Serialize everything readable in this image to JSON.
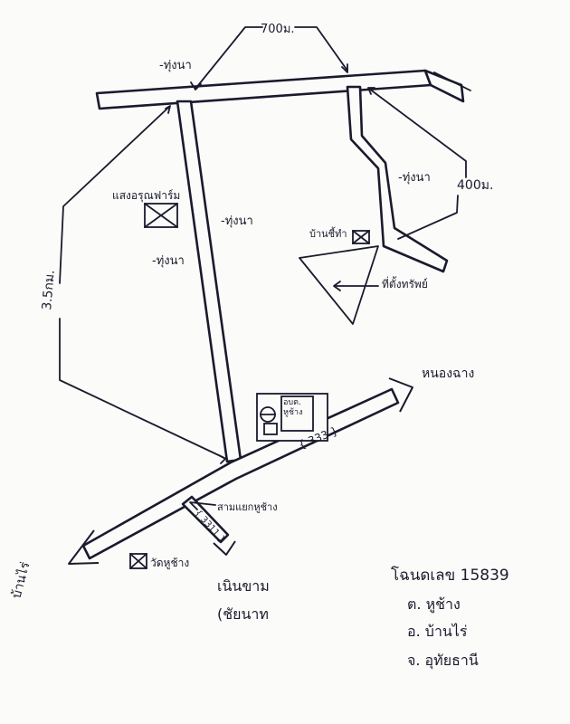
{
  "map": {
    "distance_top": "700ม.",
    "distance_right": "400ม.",
    "distance_left": "3.5กม.",
    "paddy_top": "-ทุ่งนา",
    "paddy_right": "-ทุ่งนา",
    "paddy_center": "-ทุ่งนา",
    "paddy_left": "-ทุ่งนา",
    "farm_label": "แสงอรุณฟาร์ม",
    "house_label": "บ้านชี้ทำ",
    "site_label": "ที่ตั้งทรัพย์",
    "school_label": "อบต.\nหูช้าง",
    "road_333": "{ 333 }",
    "road_3311": "{ 3311 }",
    "junction_label": "สามแยกหูช้าง",
    "dest_right": "หนองฉาง",
    "dest_left": "บ้านไร่",
    "dest_bottom_1": "เนินขาม",
    "dest_bottom_2": "(ชัยนาท",
    "temple_label": "วัดหูช้าง"
  },
  "deed": {
    "number_line": "โฉนดเลข 15839",
    "subdistrict": "ต. หูช้าง",
    "district": "อ. บ้านไร่",
    "province": "จ. อุทัยธานี"
  }
}
